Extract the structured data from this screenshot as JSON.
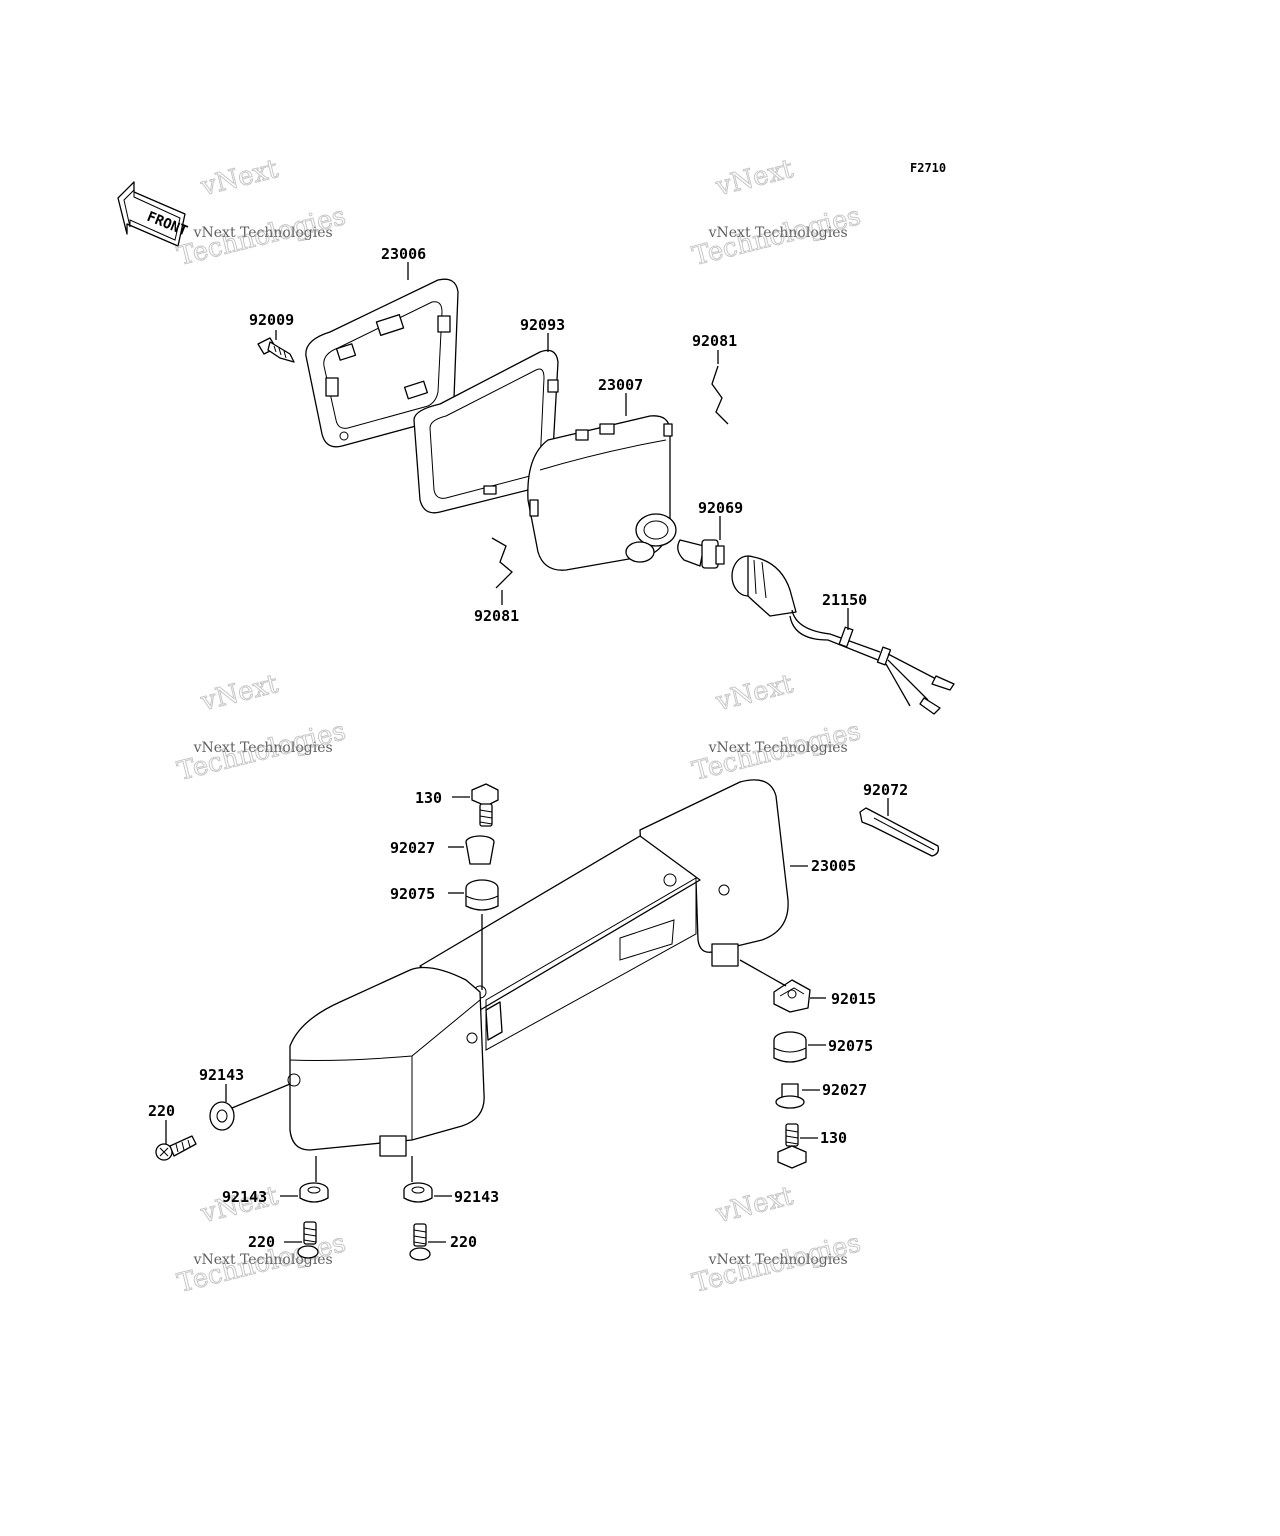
{
  "figure_code": "F2710",
  "front_marker": "FRONT",
  "watermark": {
    "line1": "vNext",
    "line2": "vNext Technologies",
    "line3": "Technologies"
  },
  "parts": [
    {
      "id": "p23006",
      "number": "23006"
    },
    {
      "id": "p92009",
      "number": "92009"
    },
    {
      "id": "p92093",
      "number": "92093"
    },
    {
      "id": "p23007",
      "number": "23007"
    },
    {
      "id": "p92081a",
      "number": "92081"
    },
    {
      "id": "p92081b",
      "number": "92081"
    },
    {
      "id": "p92069",
      "number": "92069"
    },
    {
      "id": "p21150",
      "number": "21150"
    },
    {
      "id": "p130a",
      "number": "130"
    },
    {
      "id": "p92027a",
      "number": "92027"
    },
    {
      "id": "p92075a",
      "number": "92075"
    },
    {
      "id": "p92072",
      "number": "92072"
    },
    {
      "id": "p23005",
      "number": "23005"
    },
    {
      "id": "p92015",
      "number": "92015"
    },
    {
      "id": "p92075b",
      "number": "92075"
    },
    {
      "id": "p92027b",
      "number": "92027"
    },
    {
      "id": "p130b",
      "number": "130"
    },
    {
      "id": "p92143a",
      "number": "92143"
    },
    {
      "id": "p220a",
      "number": "220"
    },
    {
      "id": "p92143b",
      "number": "92143"
    },
    {
      "id": "p92143c",
      "number": "92143"
    },
    {
      "id": "p220b",
      "number": "220"
    },
    {
      "id": "p220c",
      "number": "220"
    }
  ]
}
